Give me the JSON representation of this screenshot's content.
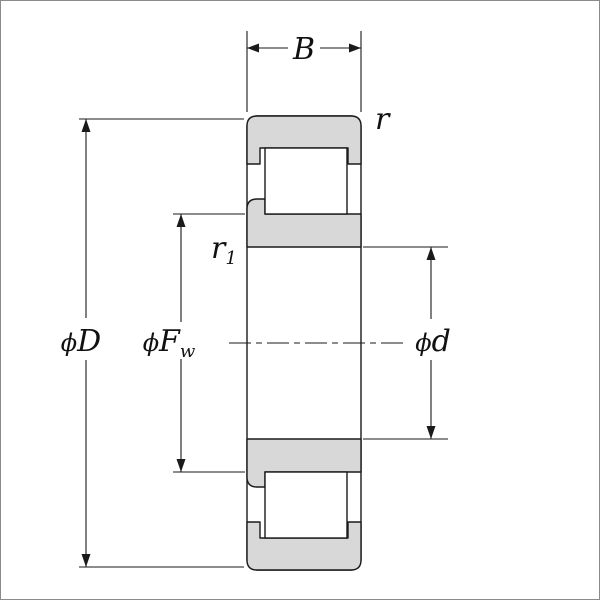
{
  "figure": {
    "kind": "cylindrical-roller-bearing-cross-section",
    "labels": {
      "phi": "ϕ",
      "width": "B",
      "chamfer": "r",
      "chamfer_inner_base": "r",
      "chamfer_inner_sub": "1",
      "outer_diameter": "D",
      "raceway_base": "F",
      "raceway_sub": "w",
      "bore": "d"
    },
    "colors": {
      "ring_fill": "#d8d8d8",
      "line": "#1a1a1a",
      "background": "#ffffff",
      "frame": "#8a8a8a"
    }
  }
}
